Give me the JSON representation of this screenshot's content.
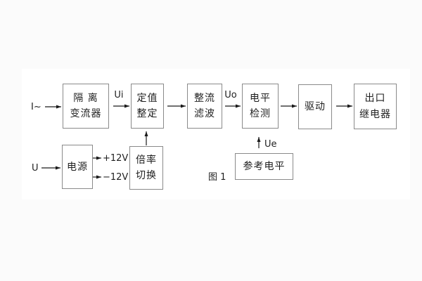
{
  "figure": {
    "caption": "图 1",
    "colors": {
      "box_border": "#8a8a8a",
      "wire": "#1a1a1a",
      "text": "#1f1f1f",
      "canvas_background": "#ffffff",
      "page_background": "#fbfbfb"
    },
    "blocks": {
      "isolation_transformer": {
        "line1": "隔 离",
        "line2": "变流器"
      },
      "setpoint_adjust": {
        "line1": "定值",
        "line2": "整定"
      },
      "rectifier_filter": {
        "line1": "整流",
        "line2": "滤波"
      },
      "level_detector": {
        "line1": "电平",
        "line2": "检测"
      },
      "driver": {
        "line1": "驱动"
      },
      "output_relay": {
        "line1": "出口",
        "line2": "继电器"
      },
      "power_supply": {
        "line1": "电源"
      },
      "ratio_switch": {
        "line1": "倍率",
        "line2": "切换"
      },
      "reference_level": {
        "line1": "参考电平"
      }
    },
    "labels": {
      "input_current": "I~",
      "input_voltage": "U",
      "signal_ui": "Ui",
      "signal_uo": "Uo",
      "signal_ue": "Ue",
      "rail_plus_12v": "+12V",
      "rail_minus_12v": "−12V"
    }
  }
}
